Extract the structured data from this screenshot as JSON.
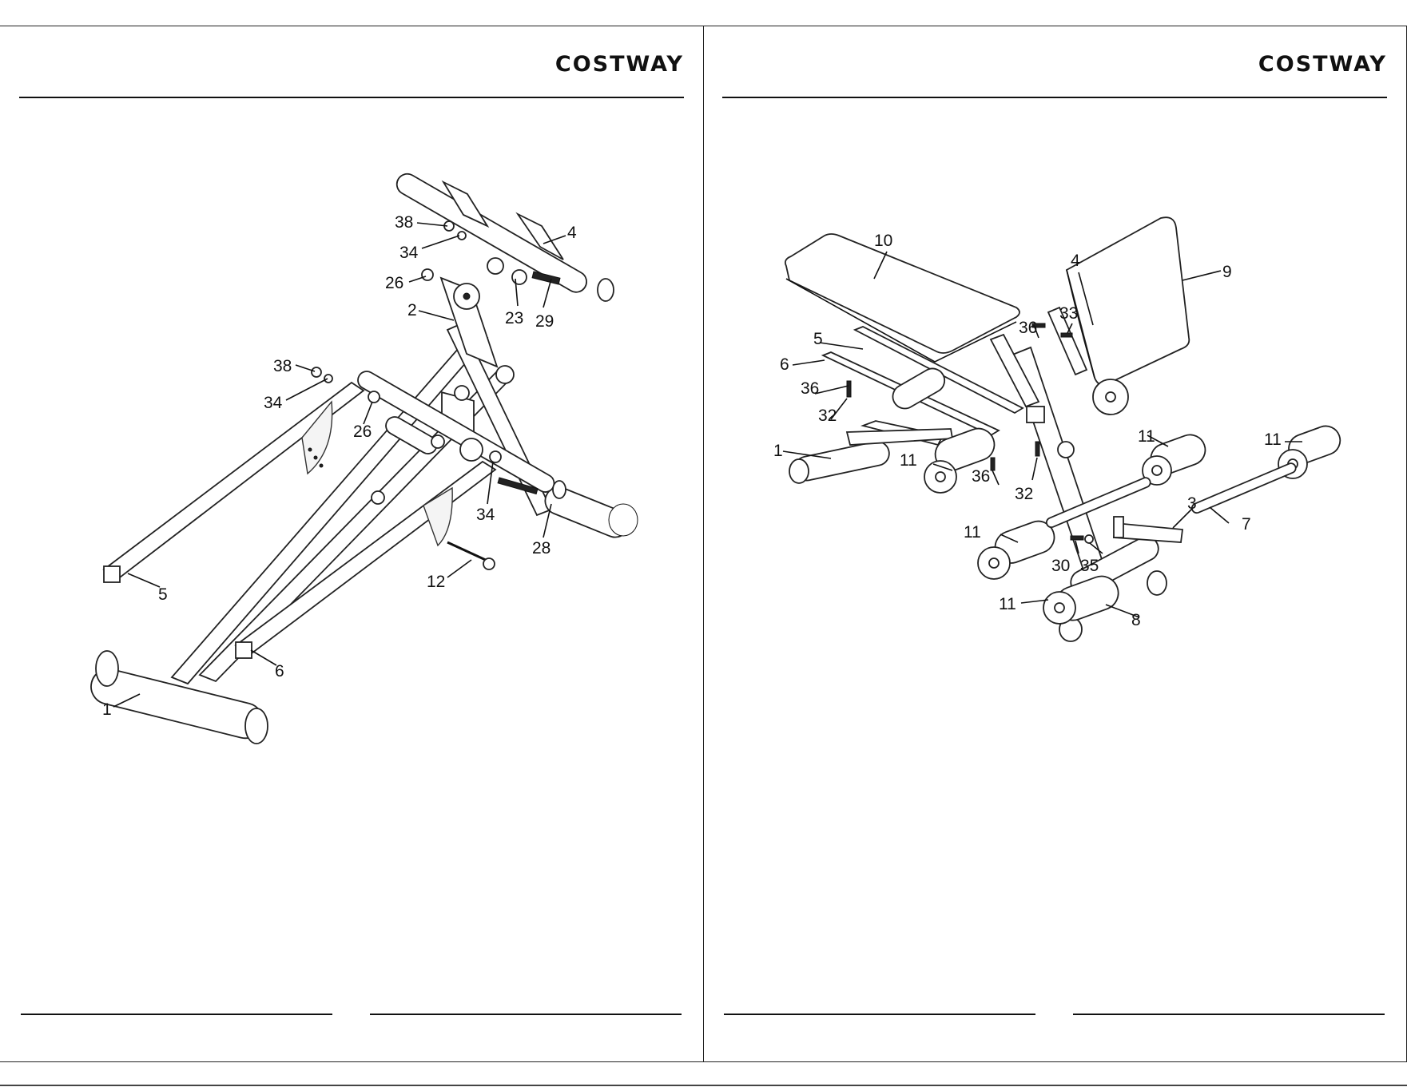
{
  "brand": {
    "left": "COSTWAY",
    "right": "COSTWAY"
  },
  "left_diagram": {
    "callouts": [
      "38",
      "34",
      "4",
      "26",
      "2",
      "23",
      "29",
      "38",
      "34",
      "26",
      "34",
      "28",
      "12",
      "5",
      "6",
      "1"
    ]
  },
  "right_diagram": {
    "callouts": [
      "10",
      "4",
      "9",
      "33",
      "36",
      "5",
      "6",
      "36",
      "32",
      "1",
      "11",
      "36",
      "32",
      "11",
      "11",
      "11",
      "3",
      "7",
      "30",
      "35",
      "11",
      "8"
    ]
  }
}
